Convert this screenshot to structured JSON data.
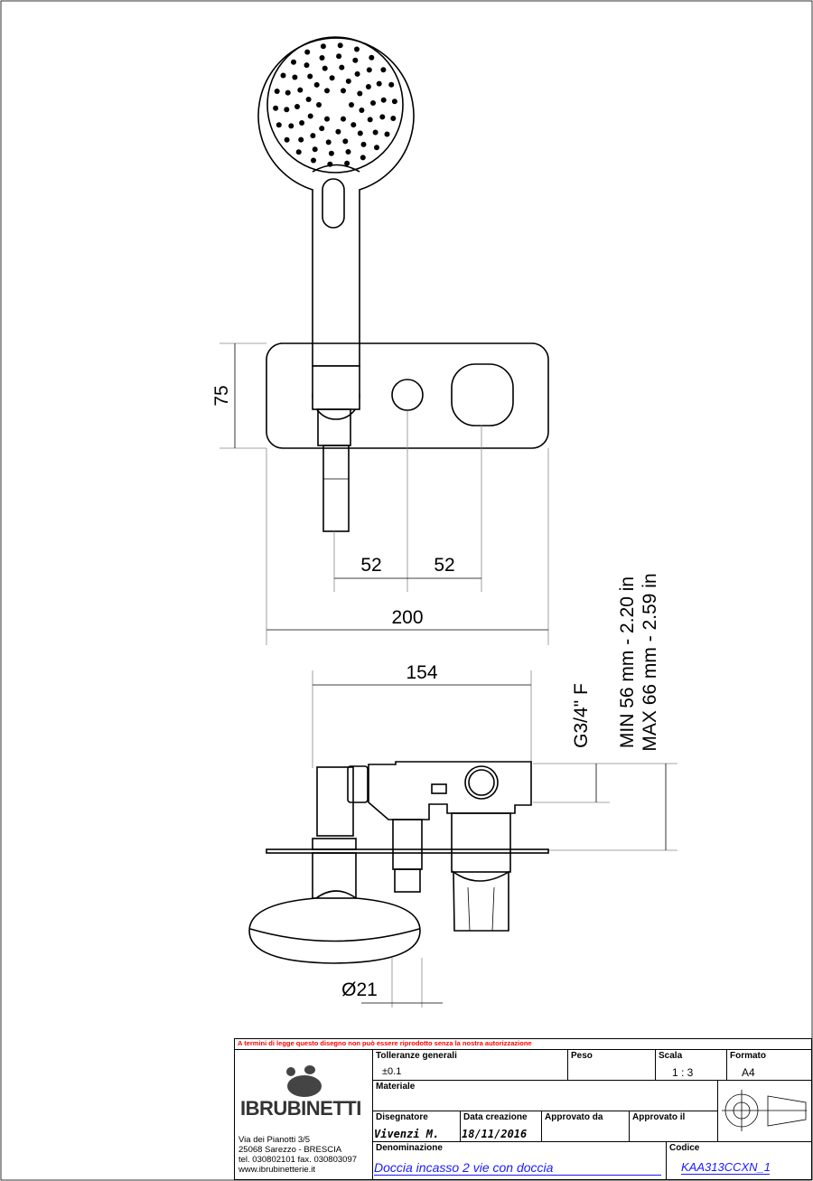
{
  "dimensions": {
    "height_plate": "75",
    "spacing_1": "52",
    "spacing_2": "52",
    "plate_width": "200",
    "body_width": "154",
    "connection": "G3/4\" F",
    "min_depth": "MIN 56 mm - 2.20 in",
    "max_depth": "MAX 66 mm - 2.59 in",
    "diameter": "Ø21"
  },
  "title_block": {
    "notice": "A termini di legge questo disegno non può essere riprodotto senza la nostra autorizzazione",
    "notice_color": "#ff0000",
    "logo_text": "IBRUBINETTI",
    "address": [
      "Via dei Pianotti 3/5",
      "25068 Sarezzo - BRESCIA",
      "tel. 030802101 fax. 030803097",
      "www.ibrubinetterie.it"
    ],
    "tolleranze_label": "Tolleranze generali",
    "tolleranze_value": "±0.1",
    "peso_label": "Peso",
    "scala_label": "Scala",
    "scala_value": "1 : 3",
    "formato_label": "Formato",
    "formato_value": "A4",
    "materiale_label": "Materiale",
    "disegnatore_label": "Disegnatore",
    "disegnatore_value": "Vivenzi M.",
    "data_label": "Data creazione",
    "data_value": "18/11/2016",
    "approvato_da_label": "Approvato da",
    "approvato_il_label": "Approvato il",
    "denominazione_label": "Denominazione",
    "denominazione_value": "Doccia incasso 2 vie con doccia",
    "codice_label": "Codice",
    "codice_value": "KAA313CCXN_1",
    "link_color": "#1a1aff"
  }
}
